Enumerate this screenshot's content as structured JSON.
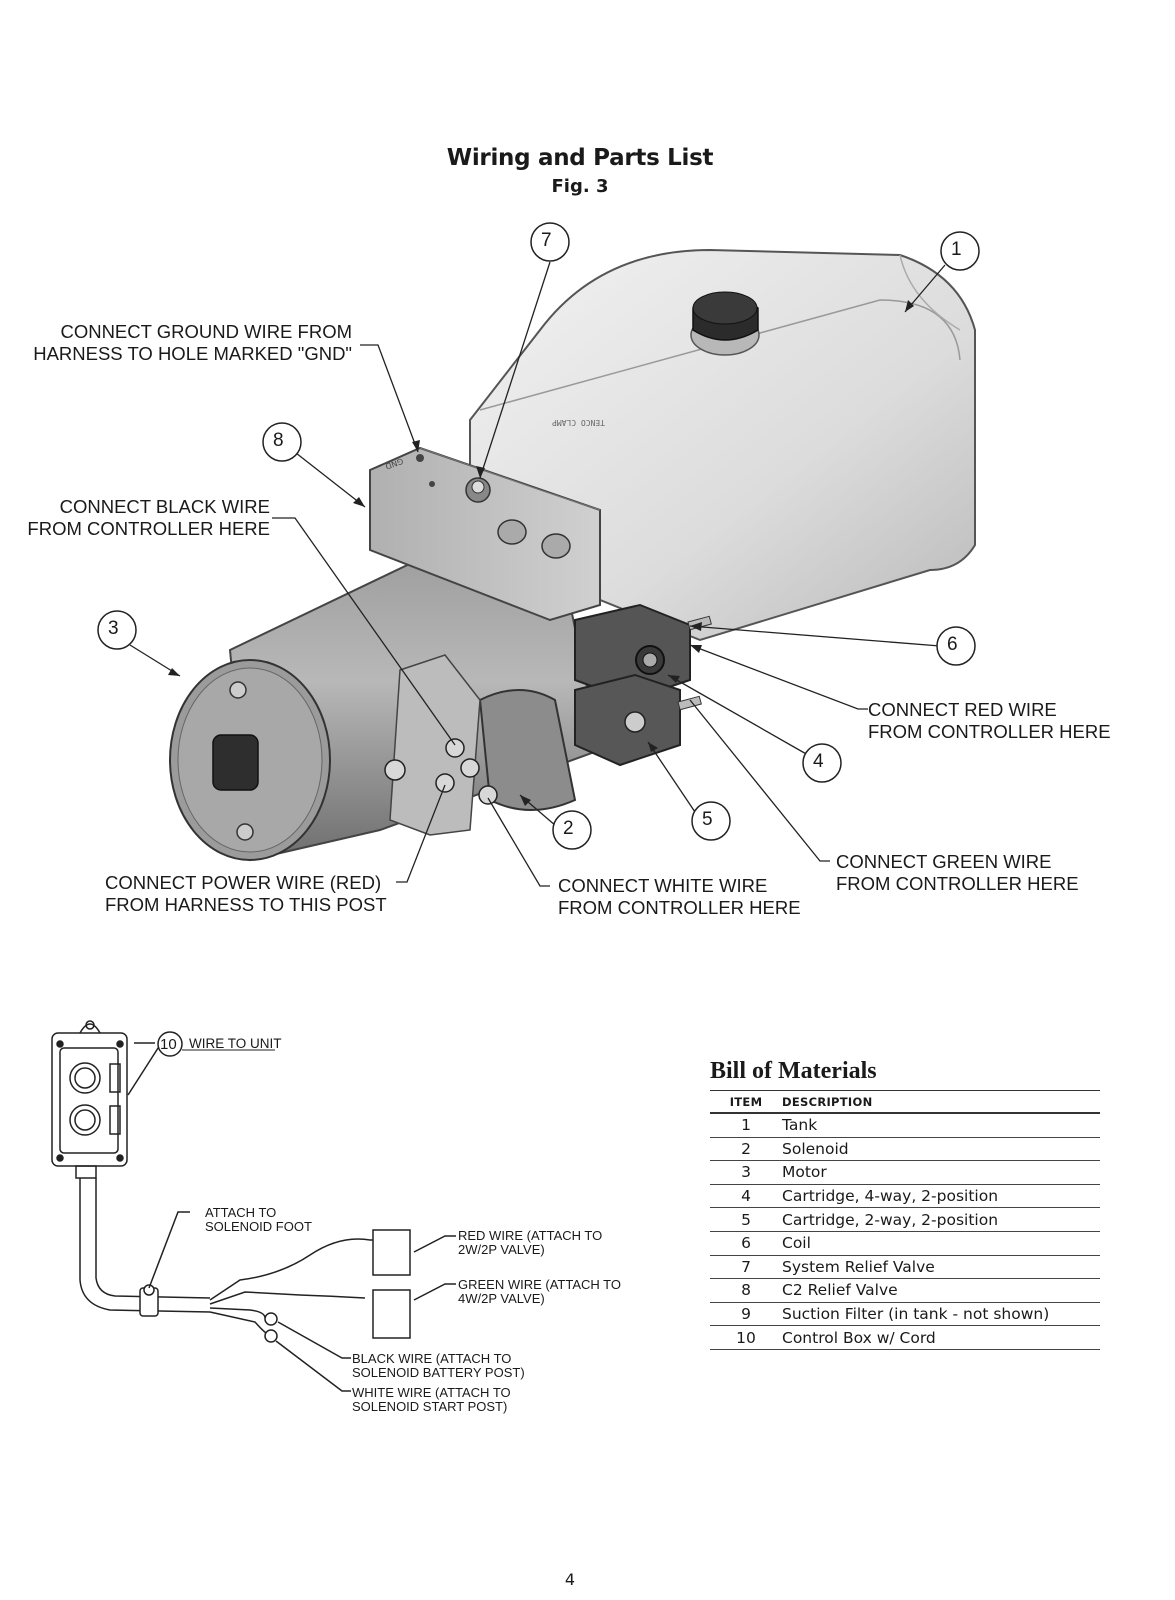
{
  "header": {
    "title": "Wiring and Parts List",
    "figure": "Fig. 3"
  },
  "callouts": {
    "ground": "CONNECT GROUND WIRE FROM\nHARNESS TO HOLE MARKED \"GND\"",
    "black": "CONNECT BLACK WIRE\nFROM CONTROLLER HERE",
    "red": "CONNECT RED WIRE\nFROM CONTROLLER HERE",
    "green": "CONNECT GREEN WIRE\nFROM CONTROLLER HERE",
    "white": "CONNECT WHITE WIRE\nFROM CONTROLLER HERE",
    "power": "CONNECT POWER WIRE (RED)\nFROM HARNESS TO THIS POST"
  },
  "item_numbers": [
    "1",
    "2",
    "3",
    "4",
    "5",
    "6",
    "7",
    "8",
    "10"
  ],
  "control_box": {
    "wire_to_unit": "WIRE TO UNIT",
    "attach_foot": "ATTACH TO\nSOLENOID FOOT",
    "red_wire": "RED WIRE (ATTACH TO\n2W/2P VALVE)",
    "green_wire": "GREEN WIRE (ATTACH TO\n4W/2P VALVE)",
    "black_wire": "BLACK WIRE (ATTACH TO\nSOLENOID BATTERY POST)",
    "white_wire": "WHITE WIRE (ATTACH TO\nSOLENOID START POST)"
  },
  "bom": {
    "title": "Bill of Materials",
    "headers": {
      "item": "ITEM",
      "description": "DESCRIPTION"
    },
    "rows": [
      {
        "item": "1",
        "description": "Tank"
      },
      {
        "item": "2",
        "description": "Solenoid"
      },
      {
        "item": "3",
        "description": "Motor"
      },
      {
        "item": "4",
        "description": "Cartridge, 4-way, 2-position"
      },
      {
        "item": "5",
        "description": "Cartridge, 2-way, 2-position"
      },
      {
        "item": "6",
        "description": "Coil"
      },
      {
        "item": "7",
        "description": "System Relief Valve"
      },
      {
        "item": "8",
        "description": "C2 Relief Valve"
      },
      {
        "item": "9",
        "description": "Suction Filter (in tank - not shown)"
      },
      {
        "item": "10",
        "description": "Control Box w/ Cord"
      }
    ]
  },
  "page_number": "4"
}
